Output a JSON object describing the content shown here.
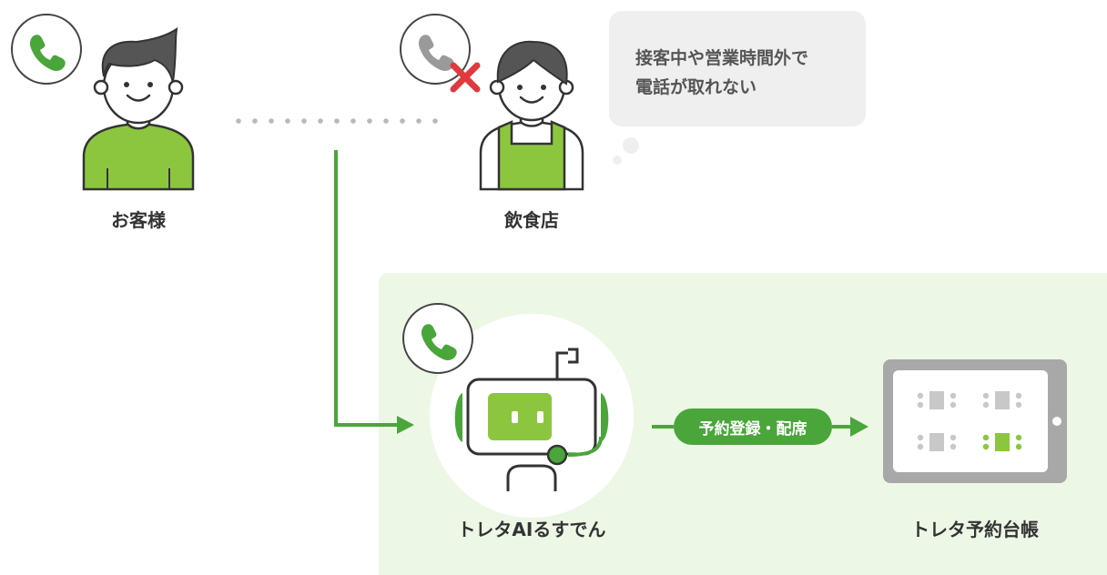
{
  "labels": {
    "customer": "お客様",
    "restaurant": "飲食店",
    "ai": "トレタAIるすでん",
    "ledger": "トレタ予約台帳"
  },
  "bubble": {
    "line1": "接客中や営業時間外で",
    "line2": "電話が取れない"
  },
  "pill": "予約登録・配席",
  "colors": {
    "green": "#4aa63a",
    "light_green": "#8cc63f",
    "panel_bg": "#edf7e6",
    "red": "#e03a3e",
    "gray": "#707070"
  },
  "icons": [
    "phone-icon",
    "phone-blocked-icon",
    "robot-icon",
    "tablet-icon",
    "arrow-icon"
  ]
}
